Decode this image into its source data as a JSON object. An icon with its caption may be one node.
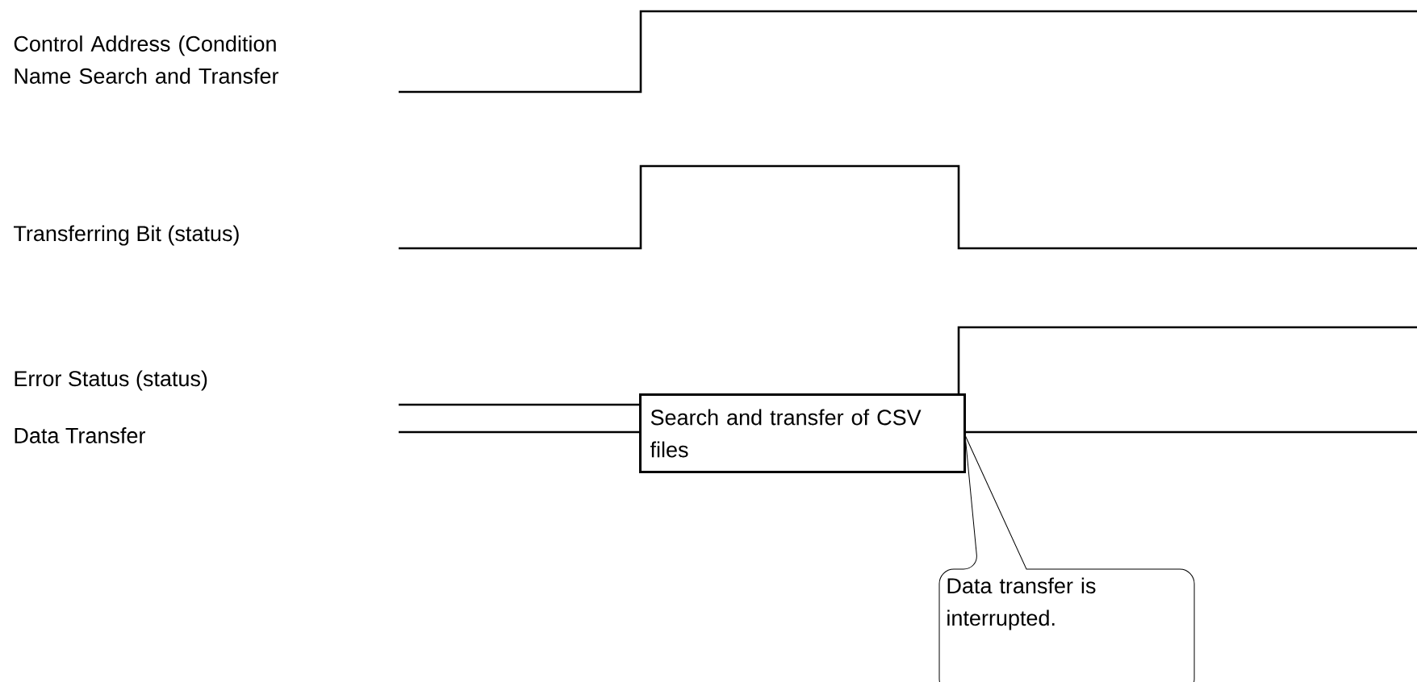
{
  "diagram": {
    "nodes": [
      {
        "text": [
          "Search and transfer of CSV files"
        ]
      },
      {
        "text": [
          "Data transfer is interrupted."
        ]
      }
    ],
    "labels": [
      "Control Address (Condition Name Search and Transfer",
      "Transferring Bit (status)",
      "Error Status (status)",
      "Data Transfer"
    ]
  }
}
